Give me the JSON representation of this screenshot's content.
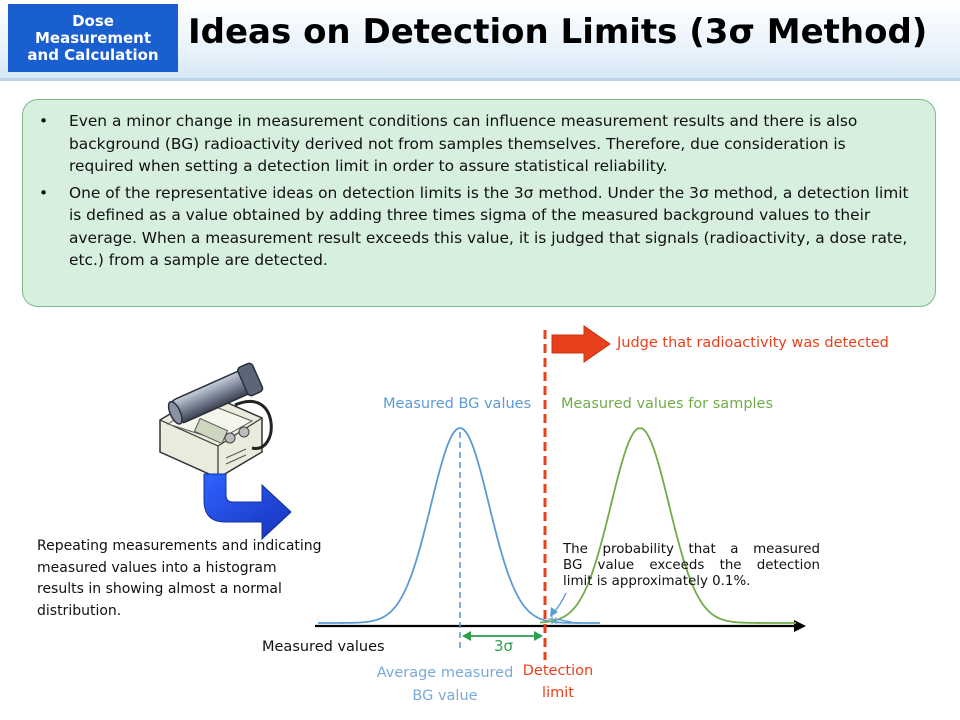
{
  "header": {
    "badge_lines": [
      "Dose",
      "Measurement",
      "and Calculation"
    ],
    "title": "Ideas on Detection Limits (3σ Method)"
  },
  "info_box": {
    "bullets": [
      "Even a minor change in measurement conditions can influence measurement results and there is also background (BG) radioactivity derived not from samples themselves. Therefore, due consideration is required when setting a detection limit in order to assure statistical reliability.",
      "One of the representative ideas on detection limits is the 3σ method. Under the 3σ method, a detection limit is defined as a value obtained by adding three times sigma of the measured background values to their average. When a measurement result exceeds this value, it is judged that signals (radioactivity, a dose rate, etc.) from a sample are detected."
    ]
  },
  "diagram": {
    "judge_label": "Judge that radioactivity was detected",
    "bg_curve_label": "Measured BG values",
    "sample_curve_label": "Measured values for samples",
    "caption_left": "Repeating measurements and indicating measured values into a histogram results in showing almost a normal distribution.",
    "probability_note_lines": [
      "The probability that a measured",
      "BG value exceeds the detection",
      "limit is approximately 0.1%."
    ],
    "x_axis_label": "Measured values",
    "sigma_label": "3σ",
    "average_label_lines": [
      "Average measured",
      "BG value"
    ],
    "detection_label_lines": [
      "Detection",
      "limit"
    ],
    "colors": {
      "bg_curve": "#5b9bd5",
      "sample_curve": "#70ad47",
      "detection_line": "#e8401c",
      "sigma": "#2e9e4f",
      "badge": "#1a5fcf",
      "info_box": "#d6efdf",
      "blue_arrow": "#1a3fd6"
    },
    "icons": [
      "radiation-meter-icon",
      "curved-arrow-icon",
      "red-arrow-icon"
    ]
  }
}
